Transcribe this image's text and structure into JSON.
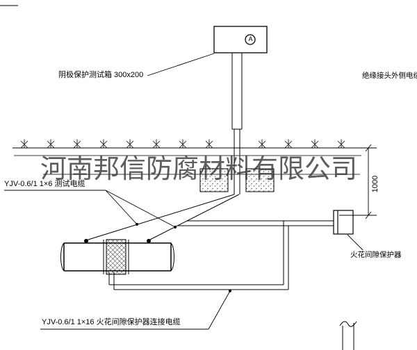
{
  "watermark": "河南邦信防腐材料有限公司",
  "labels": {
    "test_box": "阴极保护测试箱 300x200",
    "outer_cable": "绝缘接头外侧电缆",
    "test_cable": "YJV-0.6/1  1×6  测试电缆",
    "dimension_1000": "1000",
    "spark_gap": "火花间隙保护器",
    "connect_cable": "YJV-0.6/1  1×16  火花间隙保护器连接电缆",
    "ammeter": "A"
  },
  "colors": {
    "line": "#000000",
    "watermark_text": "#3a3a3a"
  }
}
